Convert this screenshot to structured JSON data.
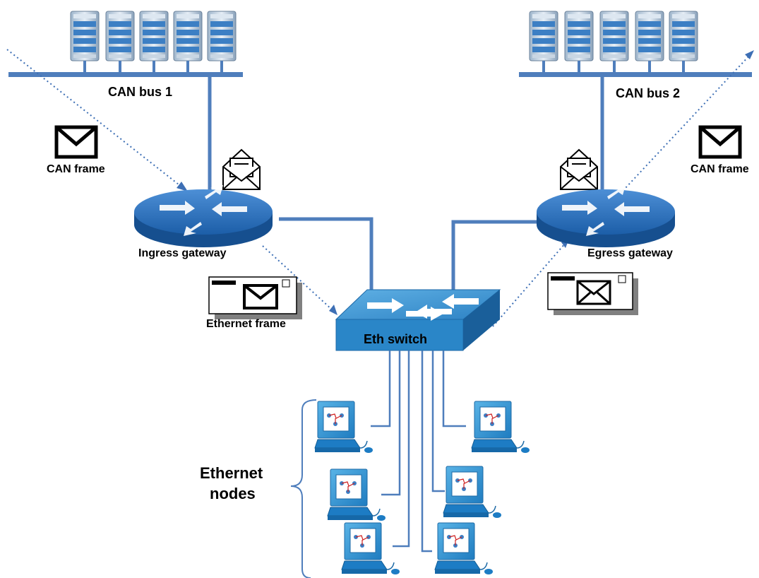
{
  "labels": {
    "can_bus_1": "CAN bus 1",
    "can_bus_2": "CAN bus 2",
    "can_frame_left": "CAN frame",
    "can_frame_right": "CAN frame",
    "ingress_gateway": "Ingress  gateway",
    "egress_gateway": "Egress  gateway",
    "ethernet_frame": "Ethernet frame",
    "eth_switch": "Eth switch",
    "ethernet_nodes_line1": "Ethernet",
    "ethernet_nodes_line2": "nodes"
  },
  "colors": {
    "link_blue": "#4f7ebc",
    "router_blue": "#1d5fa8",
    "switch_blue": "#3a8ccc",
    "server_blue": "#6fa3d8"
  },
  "icons": {
    "server": "server-rack-icon",
    "router": "router-icon",
    "switch": "ethernet-switch-icon",
    "workstation": "workstation-icon",
    "envelope": "envelope-icon",
    "letter": "open-letter-icon",
    "ethernet_frame": "ethernet-frame-icon"
  }
}
